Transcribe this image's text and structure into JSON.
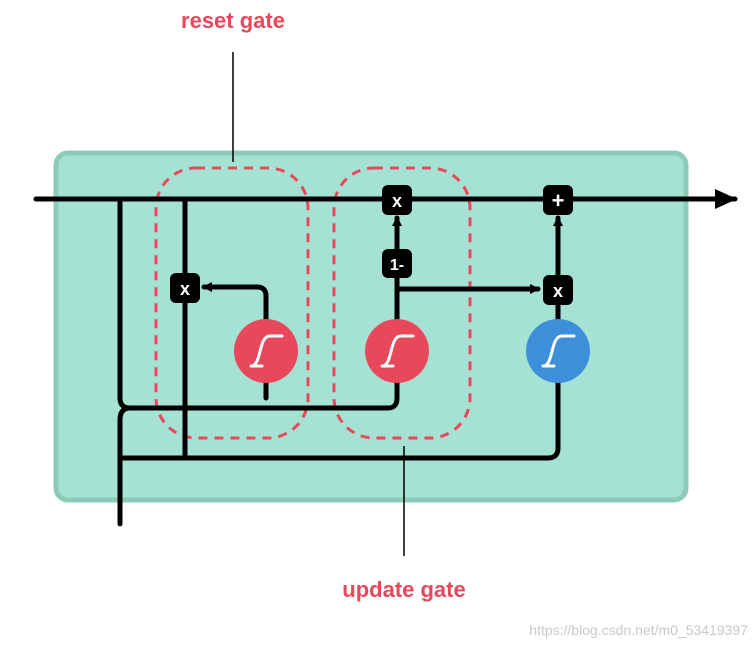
{
  "labels": {
    "reset_gate": "reset gate",
    "update_gate": "update gate"
  },
  "operators": {
    "multiply": "x",
    "add": "+",
    "one_minus": "1-"
  },
  "icons": {
    "sigmoid": "sigmoid-icon"
  },
  "watermark": "https://blog.csdn.net/m0_53419397",
  "colors": {
    "cell_fill": "#a6e2d3",
    "cell_border": "#8ccbb8",
    "gate_red": "#e8485b",
    "gate_blue": "#3e8fd9",
    "line": "#000000"
  }
}
